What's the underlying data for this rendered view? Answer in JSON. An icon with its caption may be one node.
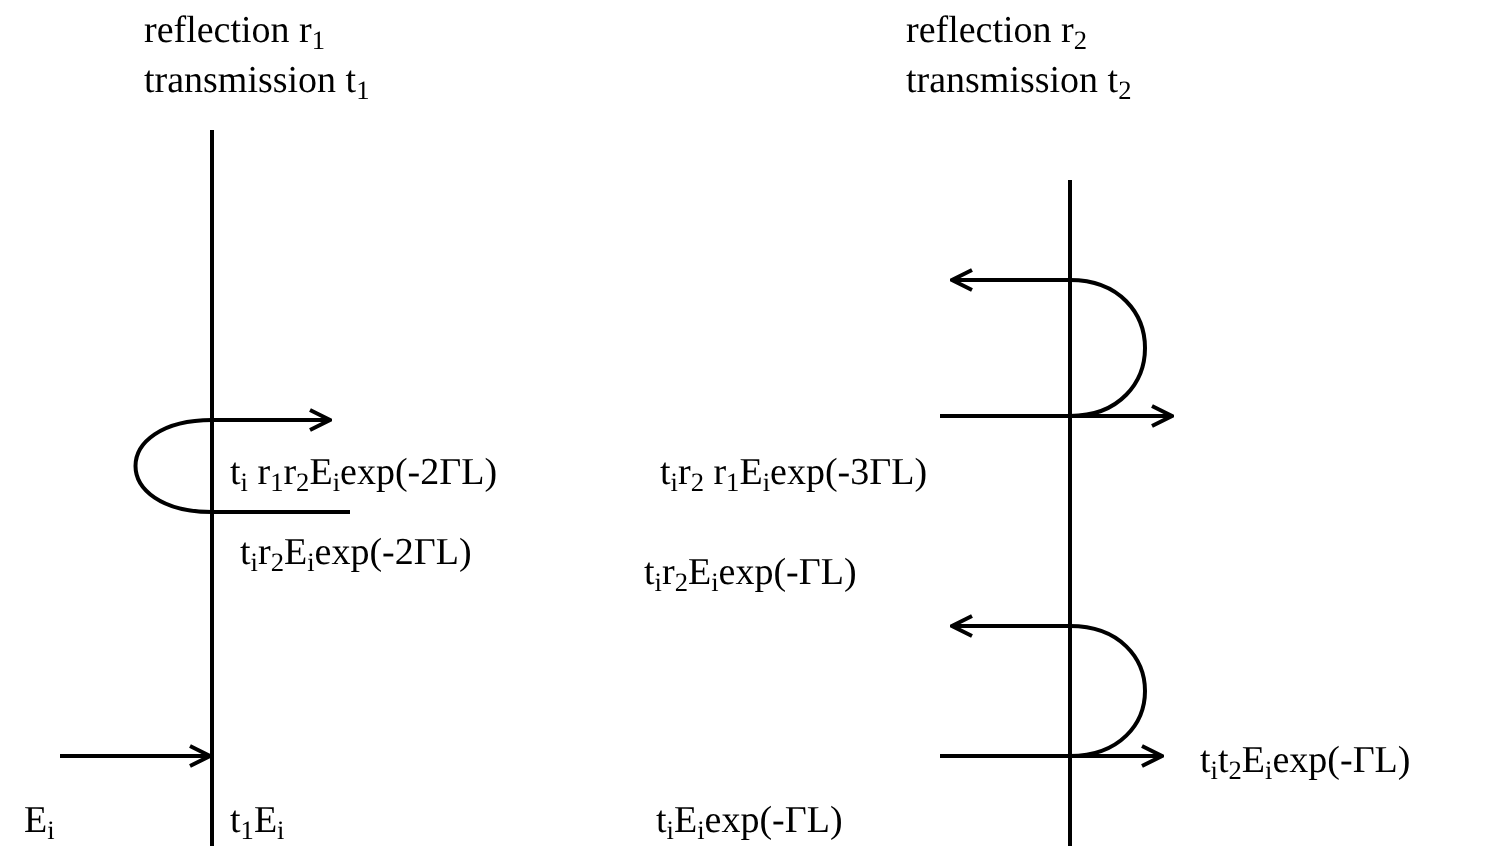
{
  "diagram": {
    "labels": [
      "reflection r$_{1}$",
      "transmission t$_{1}$",
      "reflection r$_{2}$",
      "transmission t$_{2}$",
      "t$_{i}$ r$_{1}$r$_{2}$E$_{i}$exp(-2ΓL)",
      "t$_{i}$r$_{2}$ r$_{1}$E$_{i}$exp(-3ΓL)",
      "t$_{i}$r$_{2}$E$_{i}$exp(-2ΓL)",
      "t$_{i}$r$_{2}$E$_{i}$exp(-ΓL)",
      "t$_{i}$t$_{2}$E$_{i}$exp(-ΓL)",
      "E$_{i}$",
      "t$_{1}$E$_{i}$",
      "t$_{i}$E$_{i}$exp(-ΓL)"
    ]
  }
}
